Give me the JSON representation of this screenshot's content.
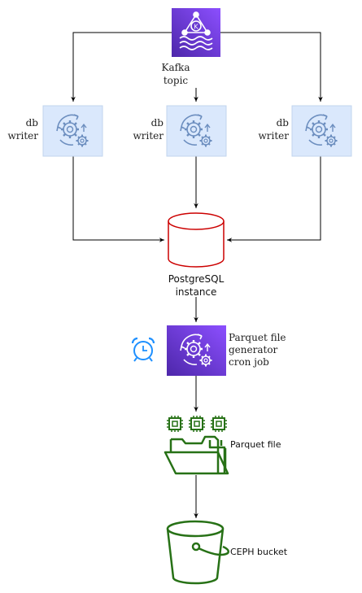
{
  "nodes": {
    "kafka": {
      "label_line1": "Kafka",
      "label_line2": "topic",
      "badge": "K"
    },
    "writer_left": {
      "label_line1": "db",
      "label_line2": "writer"
    },
    "writer_center": {
      "label_line1": "db",
      "label_line2": "writer"
    },
    "writer_right": {
      "label_line1": "db",
      "label_line2": "writer"
    },
    "postgres": {
      "label_line1": "PostgreSQL",
      "label_line2": "instance"
    },
    "cron": {
      "label_line1": "Parquet file",
      "label_line2": "generator",
      "label_line3": "cron job"
    },
    "parquet": {
      "label": "Parquet file"
    },
    "ceph": {
      "label": "CEPH bucket"
    }
  },
  "colors": {
    "purple_top": "#8c4fff",
    "purple_bottom": "#4d27aa",
    "writer_fill": "#dae8fc",
    "writer_icon": "#6c8ebf",
    "postgres_stroke": "#cc0000",
    "green": "#277116",
    "alarm_blue": "#1e90ff",
    "edge": "#000000"
  },
  "icons": {
    "kafka": "kafka-icon",
    "writer": "gear-cycle-icon",
    "postgres": "database-cylinder-icon",
    "cron": "gear-cycle-icon",
    "alarm": "alarm-clock-icon",
    "parquet": "folder-icon",
    "ceph": "bucket-icon"
  }
}
